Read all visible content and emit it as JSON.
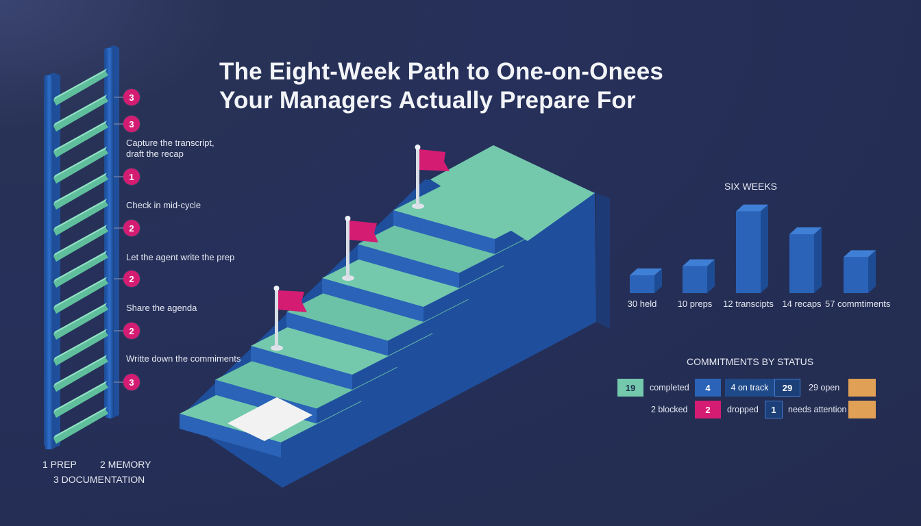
{
  "title": {
    "line1": "The Eight-Week Path to One-on-Onees",
    "line2": "Your Managers Actually Prepare For"
  },
  "ladder": {
    "badges": [
      "3",
      "3",
      "1",
      "2",
      "2",
      "2",
      "3"
    ],
    "labels": [
      "Capture the transcript,",
      "draft the recap",
      "Check in mid-cycle",
      "Let the agent write the prep",
      "Share the agenda",
      "Writte down the commiments"
    ]
  },
  "legend": {
    "item1": "1 PREP",
    "item2": "2 MEMORY",
    "item3": "3 DOCUMENTATION"
  },
  "chart_data": {
    "type": "bar",
    "title": "SIX WEEKS",
    "categories": [
      "30 held",
      "10 preps",
      "12 transcipts",
      "14 recaps",
      "57 commtiments"
    ],
    "values": [
      30,
      50,
      170,
      120,
      70
    ],
    "ylim": [
      0,
      180
    ],
    "grid": false,
    "colors": {
      "front": "#2a63b8",
      "side": "#1d4c94",
      "top": "#3f7fd6"
    }
  },
  "status": {
    "heading": "COMMITMENTS BY STATUS",
    "row1": [
      {
        "value": "19",
        "color": "#74c9ad",
        "text": "completed"
      },
      {
        "value": "4",
        "color": "#2a63b8",
        "text": ""
      },
      {
        "value": "",
        "color": "#1f4a8a",
        "text": "4 on track"
      },
      {
        "value": "29",
        "color": "#1d3f77",
        "text": "29 open"
      },
      {
        "value": "",
        "color": "#e0a056",
        "text": ""
      }
    ],
    "row2": [
      {
        "value": "",
        "color": "",
        "text": "2 blocked"
      },
      {
        "value": "2",
        "color": "#d41c73",
        "text": "dropped"
      },
      {
        "value": "1",
        "color": "#1d3f77",
        "text": "needs attention"
      },
      {
        "value": "",
        "color": "#e0a056",
        "text": ""
      }
    ]
  },
  "colors": {
    "accent_teal": "#74c9ad",
    "accent_blue": "#2a63b8",
    "accent_magenta": "#d41c73",
    "accent_orange": "#e0a056"
  }
}
